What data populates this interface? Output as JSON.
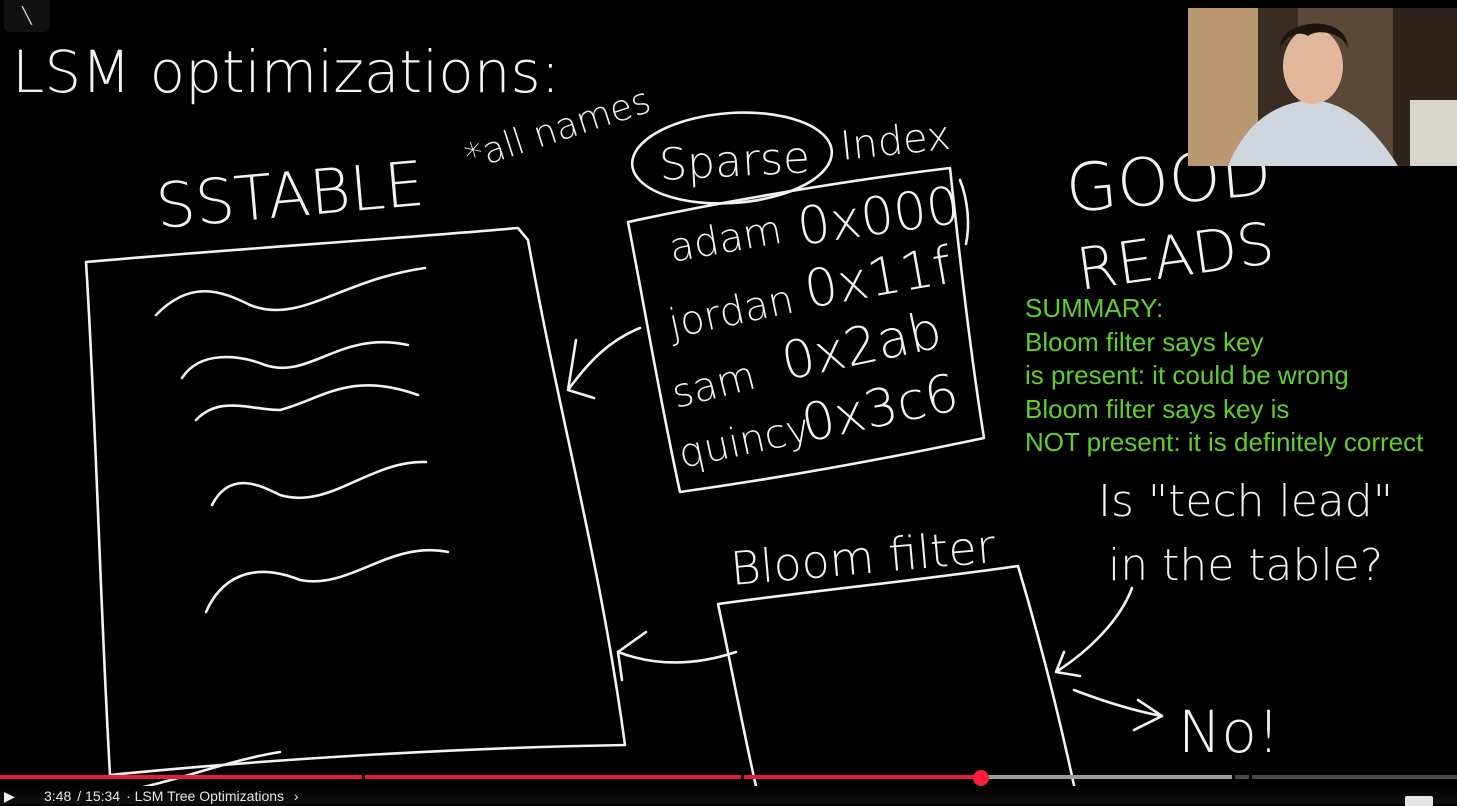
{
  "whiteboard": {
    "heading": "LSM optimizations:",
    "sstable_label": "SSTABLE",
    "annotation": "*all names",
    "sparse_label": "Sparse",
    "index_label": "Index",
    "index_entries": [
      {
        "key": "adam",
        "addr": "0x000"
      },
      {
        "key": "jordan",
        "addr": "0x11f"
      },
      {
        "key": "sam",
        "addr": "0x2ab"
      },
      {
        "key": "quincy",
        "addr": "0x3c6"
      }
    ],
    "good_label": "GOOD",
    "reads_label": "READS",
    "bloom_label": "Bloom filter",
    "question_line1": "Is \"tech lead\"",
    "question_line2": "in the table?",
    "answer": "No!"
  },
  "summary": {
    "lines": [
      "SUMMARY:",
      "Bloom filter says key",
      "is present: it could be wrong",
      "Bloom filter says key is",
      "NOT present: it is definitely correct"
    ],
    "color": "#5fcf2c"
  },
  "player": {
    "progress_fraction": 0.67,
    "loaded_fraction": 0.85,
    "time_current": "3:48",
    "time_total": "15:34",
    "chapter": "LSM Tree Optimizations",
    "accent_color": "#e11d3a"
  },
  "icons": {
    "top_left": "collapse-icon",
    "play": "play-icon",
    "chapter_chevron": "chevron-right-icon",
    "captions": "captions-icon"
  }
}
